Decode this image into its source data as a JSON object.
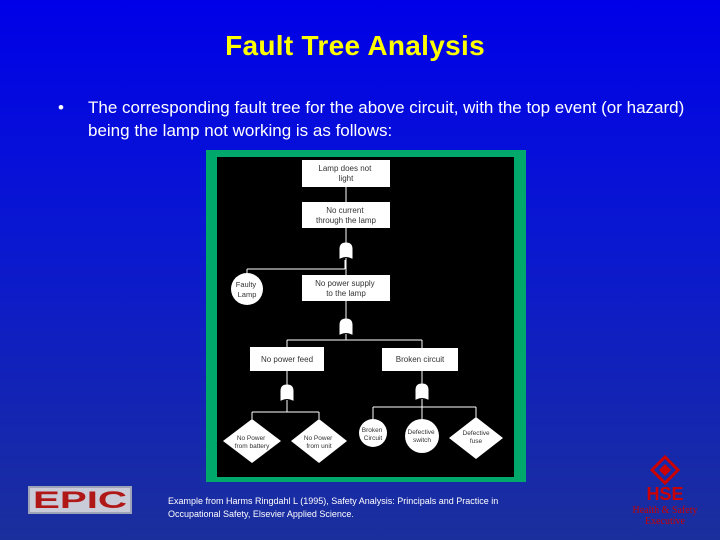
{
  "title": "Fault Tree Analysis",
  "bullet": {
    "marker": "•",
    "text": "The corresponding fault tree for the above circuit, with the top event (or hazard) being the lamp not working is as follows:"
  },
  "tree": {
    "top_event": [
      "Lamp does not",
      "light"
    ],
    "no_current": [
      "No current",
      "through the lamp"
    ],
    "faulty_lamp": [
      "Faulty",
      "Lamp"
    ],
    "no_power_supply": [
      "No power supply",
      "to the lamp"
    ],
    "no_power_feed": [
      "No power feed"
    ],
    "broken_circuit_event": [
      "Broken circuit"
    ],
    "no_power_battery": [
      "No Power",
      "from battery"
    ],
    "no_power_unit": [
      "No Power",
      "from unit"
    ],
    "broken_circuit_basic": [
      "Broken",
      "Circuit"
    ],
    "defective_switch": [
      "Defective",
      "switch"
    ],
    "defective_fuse": [
      "Defective",
      "fuse"
    ]
  },
  "caption": {
    "line1": "Example from Harms Ringdahl L (1995), Safety Analysis: Principals and Practice in",
    "line2": "Occupational Safety, Elsevier Applied Science."
  },
  "logos": {
    "epic": "EPIC",
    "hse": "HSE",
    "hse_sub1": "Health & Safety",
    "hse_sub2": "Executive"
  },
  "colors": {
    "title": "#ffff00",
    "frame_green": "#00a86b",
    "hse_red": "#cc0000",
    "epic_red": "#b01818"
  }
}
